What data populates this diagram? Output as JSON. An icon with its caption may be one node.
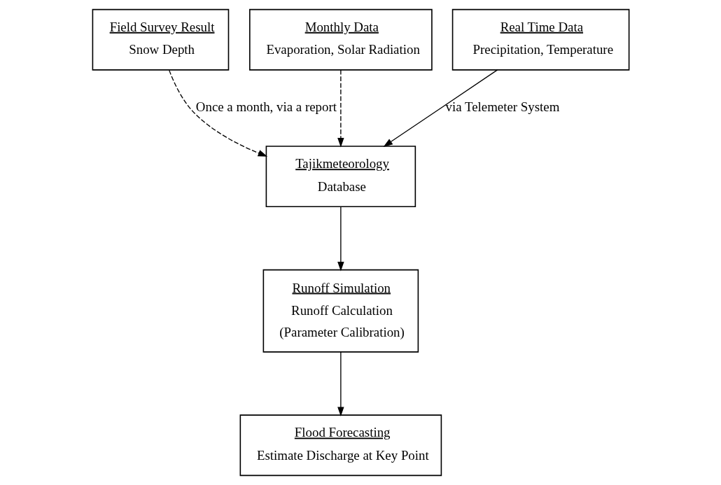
{
  "diagram": {
    "nodes": [
      {
        "text": [
          "Field Survey Result",
          "Snow Depth"
        ]
      },
      {
        "text": [
          "Monthly Data",
          "Evaporation, Solar Radiation"
        ]
      },
      {
        "text": [
          "Real Time Data",
          "Precipitation, Temperature"
        ]
      },
      {
        "text": [
          "Tajikmeteorology",
          "Database"
        ]
      },
      {
        "text": [
          "Runoff Simulation",
          "Runoff Calculation",
          "(Parameter Calibration)"
        ]
      },
      {
        "text": [
          "Flood Forecasting",
          "Estimate Discharge at Key Point"
        ]
      }
    ],
    "edges": [
      {
        "from": 0,
        "to": 3,
        "arrow": "to",
        "style": "dashed",
        "label": "Once a month, via a report"
      },
      {
        "from": 1,
        "to": 3,
        "arrow": "to",
        "style": "dashed"
      },
      {
        "from": 2,
        "to": 3,
        "arrow": "to",
        "label": "via Telemeter System"
      },
      {
        "from": 3,
        "to": 4,
        "arrow": "to"
      },
      {
        "from": 4,
        "to": 5,
        "arrow": "to"
      }
    ]
  }
}
